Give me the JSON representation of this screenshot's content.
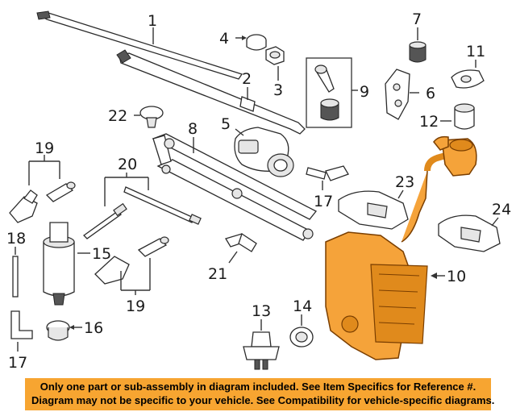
{
  "callouts": [
    "1",
    "2",
    "3",
    "4",
    "5",
    "6",
    "7",
    "8",
    "9",
    "10",
    "11",
    "12",
    "13",
    "14",
    "15",
    "16",
    "17",
    "17",
    "18",
    "19",
    "19",
    "20",
    "21",
    "22",
    "23",
    "24"
  ],
  "notice": {
    "line1": "Only one part or sub-assembly in diagram included. See Item Specifics for Reference #.",
    "line2": "Diagram may not be specific to your vehicle. See Compatibility for vehicle-specific diagrams."
  },
  "colors": {
    "highlight": "#f5a33a",
    "banner": "#f7a531"
  }
}
